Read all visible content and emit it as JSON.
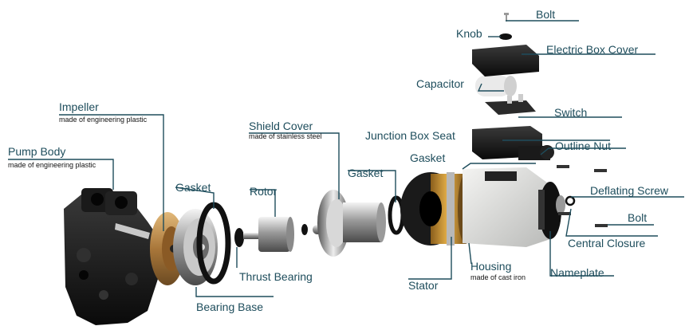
{
  "labels": {
    "bolt_top": "Bolt",
    "knob": "Knob",
    "electric_box_cover": "Electric Box Cover",
    "capacitor": "Capacitor",
    "switch": "Switch",
    "junction_box_seat": "Junction Box Seat",
    "outline_nut": "Outline Nut",
    "gasket_top": "Gasket",
    "impeller": "Impeller",
    "impeller_note": "made of engineering plastic",
    "shield_cover": "Shield Cover",
    "shield_cover_note": "made of stainless steel",
    "pump_body": "Pump Body",
    "pump_body_note": "made of engineering plastic",
    "gasket_left": "Gasket",
    "gasket_mid": "Gasket",
    "rotor": "Rotor",
    "deflating_screw": "Deflating Screw",
    "bolt_right": "Bolt",
    "central_closure": "Central Closure",
    "thrust_bearing": "Thrust Bearing",
    "housing": "Housing",
    "housing_note": "made of cast iron",
    "nameplate": "Nameplate",
    "stator": "Stator",
    "bearing_base": "Bearing Base"
  },
  "colors": {
    "label_text": "#1e4d5c",
    "leader_line": "#1e4d5c",
    "note_text": "#111111"
  }
}
